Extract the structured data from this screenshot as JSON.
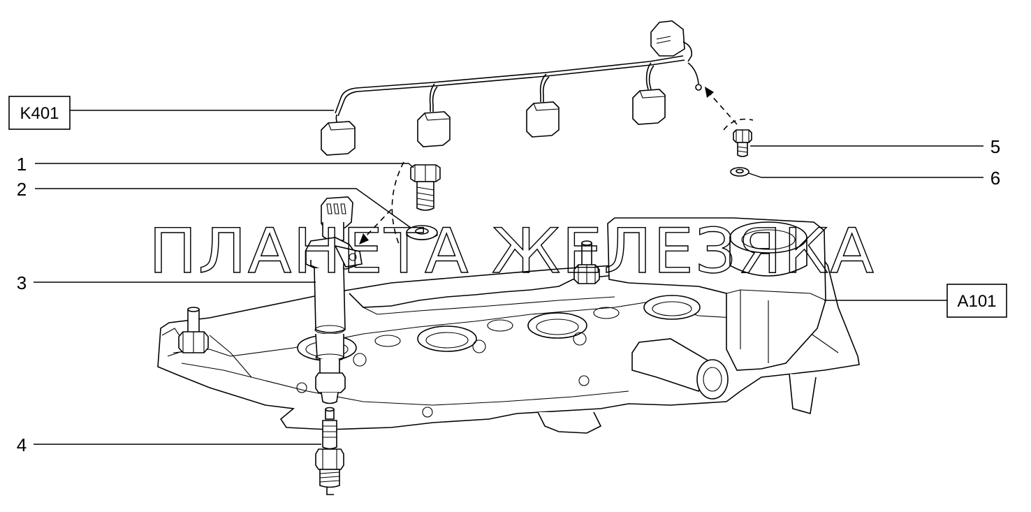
{
  "callouts": {
    "k401": "K401",
    "a101": "A101",
    "n1": "1",
    "n2": "2",
    "n3": "3",
    "n4": "4",
    "n5": "5",
    "n6": "6"
  },
  "watermark": "ПЛАНЕТА ЖЕЛЕЗЯКА"
}
